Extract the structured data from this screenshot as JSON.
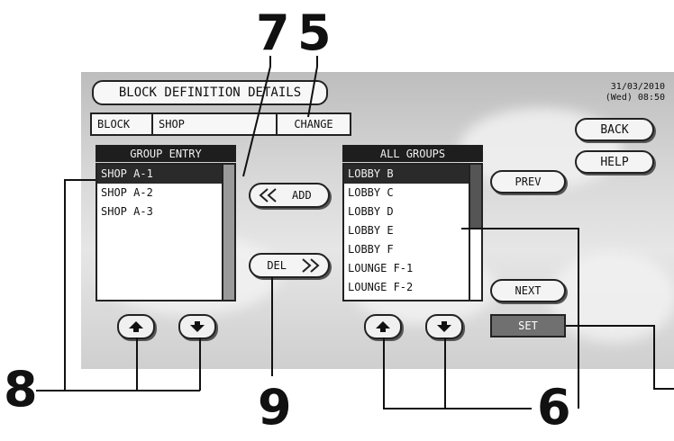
{
  "header": {
    "title": "BLOCK DEFINITION DETAILS",
    "date": "31/03/2010",
    "day_time": "(Wed) 08:50"
  },
  "block_bar": {
    "label": "BLOCK",
    "value": "SHOP",
    "change_label": "CHANGE"
  },
  "group_entry": {
    "header": "GROUP ENTRY",
    "items": [
      "SHOP A-1",
      "SHOP A-2",
      "SHOP A-3"
    ],
    "selected_index": 0,
    "scroll_position": 0
  },
  "all_groups": {
    "header": "ALL GROUPS",
    "items": [
      "LOBBY B",
      "LOBBY C",
      "LOBBY D",
      "LOBBY E",
      "LOBBY F",
      "LOUNGE F-1",
      "LOUNGE F-2"
    ],
    "selected_index": 0,
    "scroll_position": 0
  },
  "buttons": {
    "add_label": "ADD",
    "del_label": "DEL",
    "prev_label": "PREV",
    "next_label": "NEXT",
    "set_label": "SET",
    "back_label": "BACK",
    "help_label": "HELP"
  },
  "callouts": {
    "c5": "5",
    "c6": "6",
    "c7": "7",
    "c8": "8",
    "c9": "9"
  },
  "colors": {
    "selection": "#2a2a2a",
    "set_button": "#707070",
    "list_header": "#1e1e1e"
  },
  "icons": {
    "up": "arrow-up-icon",
    "down": "arrow-down-icon",
    "add": "double-chevron-left-icon",
    "del": "double-chevron-right-icon"
  }
}
